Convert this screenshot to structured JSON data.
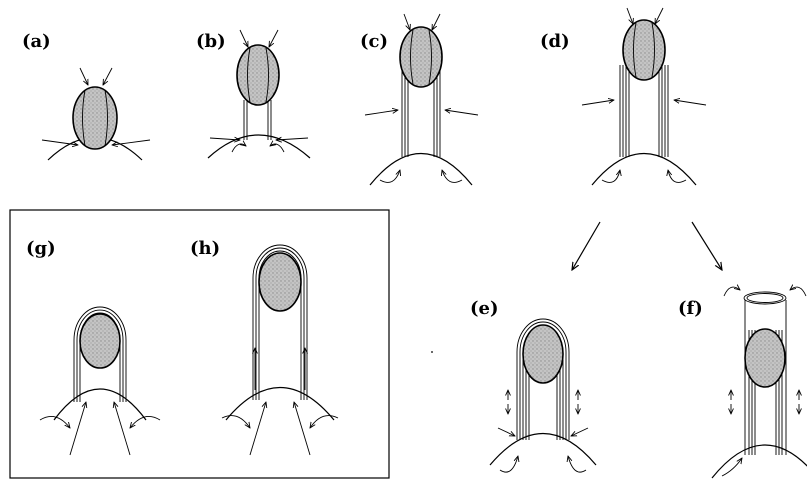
{
  "panels": [
    {
      "id": "a",
      "label": "(a)"
    },
    {
      "id": "b",
      "label": "(b)"
    },
    {
      "id": "c",
      "label": "(c)"
    },
    {
      "id": "d",
      "label": "(d)"
    },
    {
      "id": "e",
      "label": "(e)"
    },
    {
      "id": "f",
      "label": "(f)"
    },
    {
      "id": "g",
      "label": "(g)"
    },
    {
      "id": "h",
      "label": "(h)"
    }
  ],
  "colors": {
    "ink": "#000000",
    "cell_fill": "#b8b8b8",
    "background": "#ffffff"
  }
}
